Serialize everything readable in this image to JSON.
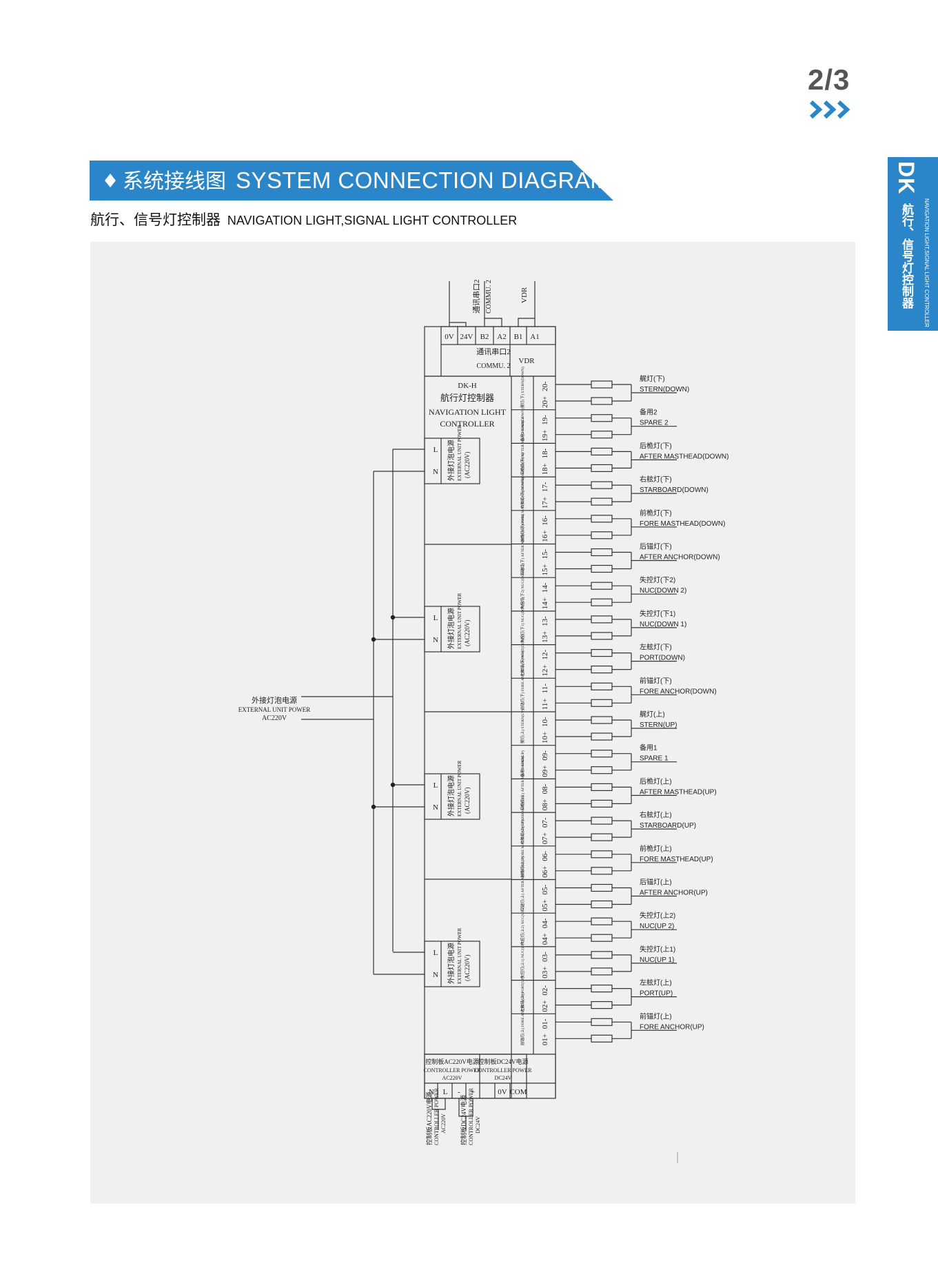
{
  "header": {
    "page_number": "2/3",
    "section_title_cn": "系统接线图",
    "section_title_en": "SYSTEM CONNECTION DIAGRAM",
    "subtitle_cn": "航行、信号灯控制器",
    "subtitle_en": "NAVIGATION LIGHT,SIGNAL LIGHT CONTROLLER",
    "accent_color": "#2a85c9"
  },
  "side_tab": {
    "code": "DK",
    "name_cn": "航行、信号灯控制器",
    "name_en": "NAVIGATION LIGHT,SIGNAL LIGHT CONTROLLER"
  },
  "diagram": {
    "top_terminals": [
      "0V",
      "24V",
      "B2",
      "A2",
      "B1",
      "A1"
    ],
    "top_labels": {
      "comm_cn": "通讯串口2",
      "comm_en": "COMMU. 2",
      "vdr": "VDR"
    },
    "controller": {
      "model": "DK-H",
      "name_cn": "航行灯控制器",
      "name_en_1": "NAVIGATION LIGHT",
      "name_en_2": "CONTROLLER"
    },
    "power_block": {
      "pin_l": "L",
      "pin_n": "N",
      "label_cn": "外接灯泡电源",
      "label_en": "EXTERNAL UNIT POWER",
      "label_v": "(AC220V)"
    },
    "ext_power": {
      "line1": "外接灯泡电源",
      "line2": "EXTERNAL UNIT POWER",
      "line3": "AC220V"
    },
    "bottom": {
      "ac_label_cn": "控制板AC220V电源",
      "ac_label_en": "CONTROLLER POWER",
      "ac_label_v": "AC220V",
      "dc_label_cn": "控制板DC24V电源",
      "dc_label_en": "CONTROLLER POWER",
      "dc_label_v": "DC24V",
      "terminals": [
        "N",
        "L",
        "-",
        "+",
        "0V",
        "COM"
      ]
    },
    "channels": [
      {
        "num": "20",
        "code": "艉灯(下) STERN(DOWN)",
        "cn": "艉灯(下)",
        "en": "STERN(DOWN)"
      },
      {
        "num": "19",
        "code": "备用2 SPARE 2",
        "cn": "备用2",
        "en": "SPARE 2"
      },
      {
        "num": "18",
        "code": "后桅灯(下) AFTER MASTHEAD(DOWN)",
        "cn": "后桅灯(下)",
        "en": "AFTER MASTHEAD(DOWN)"
      },
      {
        "num": "17",
        "code": "右舷灯(下) STARBOARD(DOWN)",
        "cn": "右舷灯(下)",
        "en": "STARBOARD(DOWN)"
      },
      {
        "num": "16",
        "code": "前桅灯(下) FORE MASTHEAD(DOWN)",
        "cn": "前桅灯(下)",
        "en": "FORE MASTHEAD(DOWN)"
      },
      {
        "num": "15",
        "code": "后锚灯(下) AFTER ANCHOR(DOWN)",
        "cn": "后锚灯(下)",
        "en": "AFTER ANCHOR(DOWN)"
      },
      {
        "num": "14",
        "code": "失控灯(下2) NUC(DOWN 2)",
        "cn": "失控灯(下2)",
        "en": "NUC(DOWN 2)"
      },
      {
        "num": "13",
        "code": "失控灯(下1) NUC(DOWN 1)",
        "cn": "失控灯(下1)",
        "en": "NUC(DOWN 1)"
      },
      {
        "num": "12",
        "code": "左舷灯(下) PORT(DOWN)",
        "cn": "左舷灯(下)",
        "en": "PORT(DOWN)"
      },
      {
        "num": "11",
        "code": "前锚灯(下) FORE ANCHOR(DOWN)",
        "cn": "前锚灯(下)",
        "en": "FORE ANCHOR(DOWN)"
      },
      {
        "num": "10",
        "code": "艉灯(上) STERN(UP)",
        "cn": "艉灯(上)",
        "en": "STERN(UP)"
      },
      {
        "num": "09",
        "code": "备用1 SPARE 1",
        "cn": "备用1",
        "en": "SPARE 1"
      },
      {
        "num": "08",
        "code": "后桅灯(上) AFTER MASTHEAD(UP)",
        "cn": "后桅灯(上)",
        "en": "AFTER MASTHEAD(UP)"
      },
      {
        "num": "07",
        "code": "右舷灯(上) STARBOARD(UP)",
        "cn": "右舷灯(上)",
        "en": "STARBOARD(UP)"
      },
      {
        "num": "06",
        "code": "前桅灯(上) FORE MASTHEAD(UP)",
        "cn": "前桅灯(上)",
        "en": "FORE MASTHEAD(UP)"
      },
      {
        "num": "05",
        "code": "后锚灯(上) AFTER ANCHOR(UP)",
        "cn": "后锚灯(上)",
        "en": "AFTER ANCHOR(UP)"
      },
      {
        "num": "04",
        "code": "失控灯(上2) NUC(UP 2)",
        "cn": "失控灯(上2)",
        "en": "NUC(UP 2)"
      },
      {
        "num": "03",
        "code": "失控灯(上1) NUC(UP 1)",
        "cn": "失控灯(上1)",
        "en": "NUC(UP 1)"
      },
      {
        "num": "02",
        "code": "左舷灯(上) PORT(UP)",
        "cn": "左舷灯(上)",
        "en": "PORT(UP)"
      },
      {
        "num": "01",
        "code": "前锚灯(上) FORE ANCHOR(UP)",
        "cn": "前锚灯(上)",
        "en": "FORE ANCHOR(UP)"
      }
    ]
  }
}
